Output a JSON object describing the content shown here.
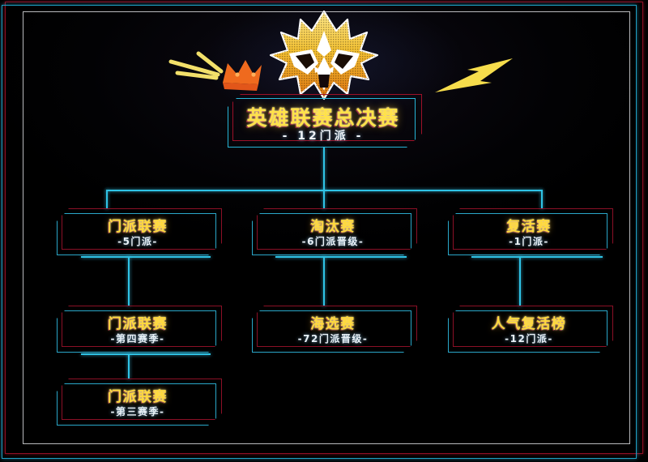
{
  "header": {
    "logo_icon": "wolf-head-esports-logo",
    "crown_icon": "crown-icon",
    "speed_lines_icon": "speed-lines-icon",
    "lightning_icon": "lightning-bolt-icon",
    "title": "英雄联赛总决赛",
    "subtitle": "- 12门派 -"
  },
  "colors": {
    "accent_yellow": "#ffd93c",
    "accent_cyan": "#2fc3e6",
    "accent_red": "#8c1026",
    "crown_orange": "#ef6a1e",
    "background": "#000000"
  },
  "nodes": [
    {
      "id": "menpai-league-s5",
      "title": "门派联赛",
      "subtitle": "-5门派-",
      "row": 1,
      "col": 1
    },
    {
      "id": "elimination",
      "title": "淘汰赛",
      "subtitle": "-6门派晋级-",
      "row": 1,
      "col": 2
    },
    {
      "id": "revival",
      "title": "复活赛",
      "subtitle": "-1门派-",
      "row": 1,
      "col": 3
    },
    {
      "id": "menpai-league-s4",
      "title": "门派联赛",
      "subtitle": "-第四赛季-",
      "row": 2,
      "col": 1
    },
    {
      "id": "qualifier",
      "title": "海选赛",
      "subtitle": "-72门派晋级-",
      "row": 2,
      "col": 2
    },
    {
      "id": "popularity-revival",
      "title": "人气复活榜",
      "subtitle": "-12门派-",
      "row": 2,
      "col": 3
    },
    {
      "id": "menpai-league-s3",
      "title": "门派联赛",
      "subtitle": "-第三赛季-",
      "row": 3,
      "col": 1
    }
  ]
}
